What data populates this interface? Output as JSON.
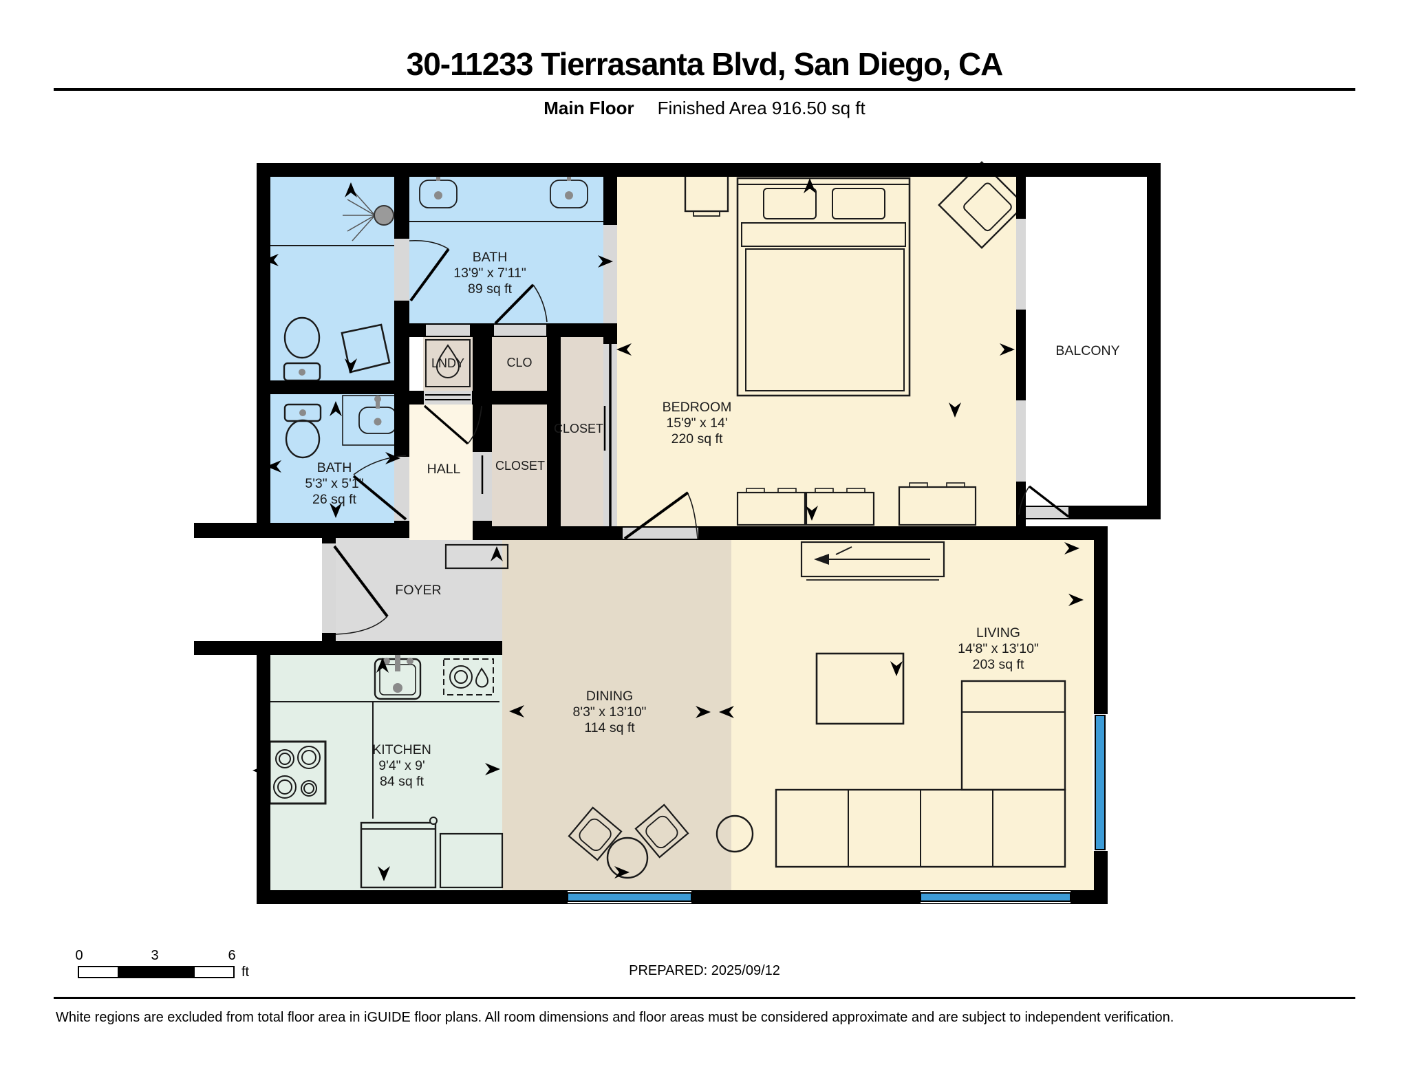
{
  "header": {
    "title": "30-11233 Tierrasanta Blvd, San Diego, CA",
    "floor_label": "Main Floor",
    "area_label": "Finished Area 916.50 sq ft"
  },
  "rooms": {
    "bath_main": {
      "name": "BATH",
      "dims": "13'9\" x 7'11\"",
      "area": "89 sq ft"
    },
    "bath_small": {
      "name": "BATH",
      "dims": "5'3\" x 5'1\"",
      "area": "26 sq ft"
    },
    "bedroom": {
      "name": "BEDROOM",
      "dims": "15'9\" x 14'",
      "area": "220 sq ft"
    },
    "kitchen": {
      "name": "KITCHEN",
      "dims": "9'4\" x 9'",
      "area": "84 sq ft"
    },
    "dining": {
      "name": "DINING",
      "dims": "8'3\" x 13'10\"",
      "area": "114 sq ft"
    },
    "living": {
      "name": "LIVING",
      "dims": "14'8\" x 13'10\"",
      "area": "203 sq ft"
    },
    "laundry": {
      "name": "LNDY"
    },
    "clo": {
      "name": "CLO"
    },
    "closet_bedroom": {
      "name": "CLOSET"
    },
    "closet_hall": {
      "name": "CLOSET"
    },
    "hall": {
      "name": "HALL"
    },
    "foyer": {
      "name": "FOYER"
    },
    "balcony": {
      "name": "BALCONY"
    }
  },
  "colors": {
    "bath": "#bee1f8",
    "cream": "#fbf2d6",
    "hall_cream": "#fdf6e5",
    "tan_dining": "#e4dbc9",
    "closet_beige": "#e2d9ce",
    "foyer_gray": "#dbdbdb",
    "kitchen_mint": "#e3efe7",
    "window_blue": "#3d9bd6",
    "door_gap": "#d8d8d8",
    "wall": "#000000"
  },
  "scale_bar": {
    "zero": "0",
    "three": "3",
    "six": "6",
    "unit": "ft"
  },
  "footer": {
    "prepared": "PREPARED: 2025/09/12",
    "disclaimer": "White regions are excluded from total floor area in iGUIDE floor plans. All room dimensions and floor areas must be considered approximate and are subject to independent verification."
  }
}
